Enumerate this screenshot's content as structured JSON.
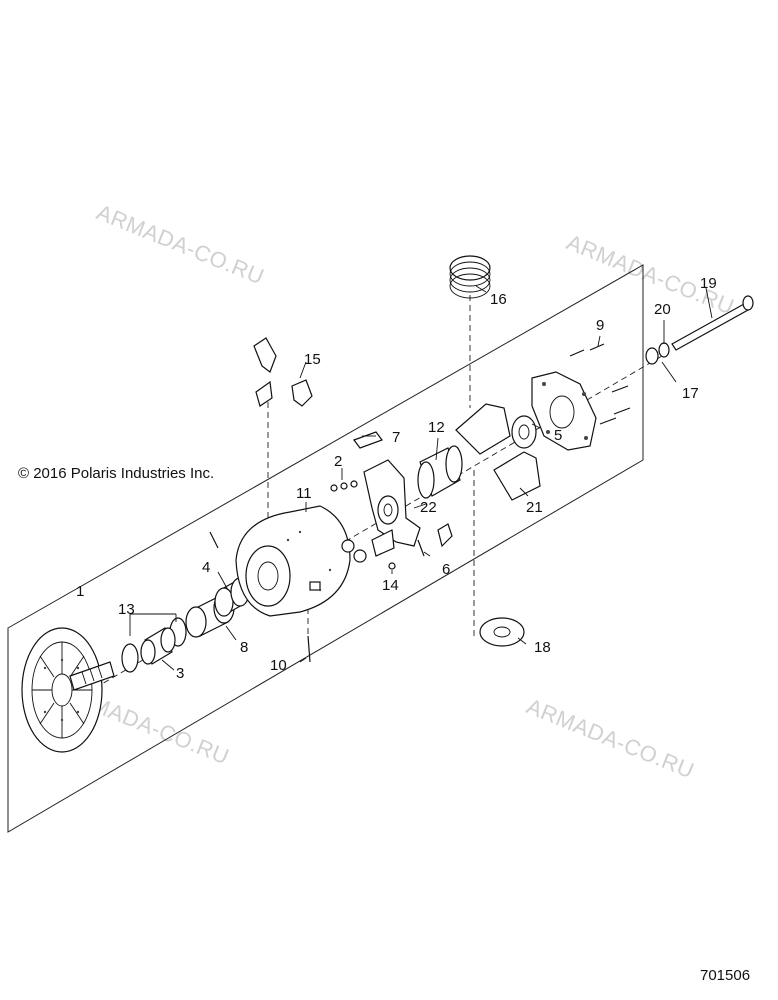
{
  "copyright": "© 2016 Polaris Industries Inc.",
  "document_number": "701506",
  "watermarks": [
    "ARMADA-CO.RU",
    "ARMADA-CO.RU",
    "ARMADA-CO.RU",
    "ARMADA-CO.RU"
  ],
  "callouts": {
    "c1": "1",
    "c2": "2",
    "c3": "3",
    "c4": "4",
    "c5": "5",
    "c6": "6",
    "c7": "7",
    "c8": "8",
    "c9": "9",
    "c10": "10",
    "c11": "11",
    "c12": "12",
    "c13": "13",
    "c14": "14",
    "c15": "15",
    "c16": "16",
    "c17": "17",
    "c18": "18",
    "c19": "19",
    "c20": "20",
    "c21": "21",
    "c22": "22"
  }
}
